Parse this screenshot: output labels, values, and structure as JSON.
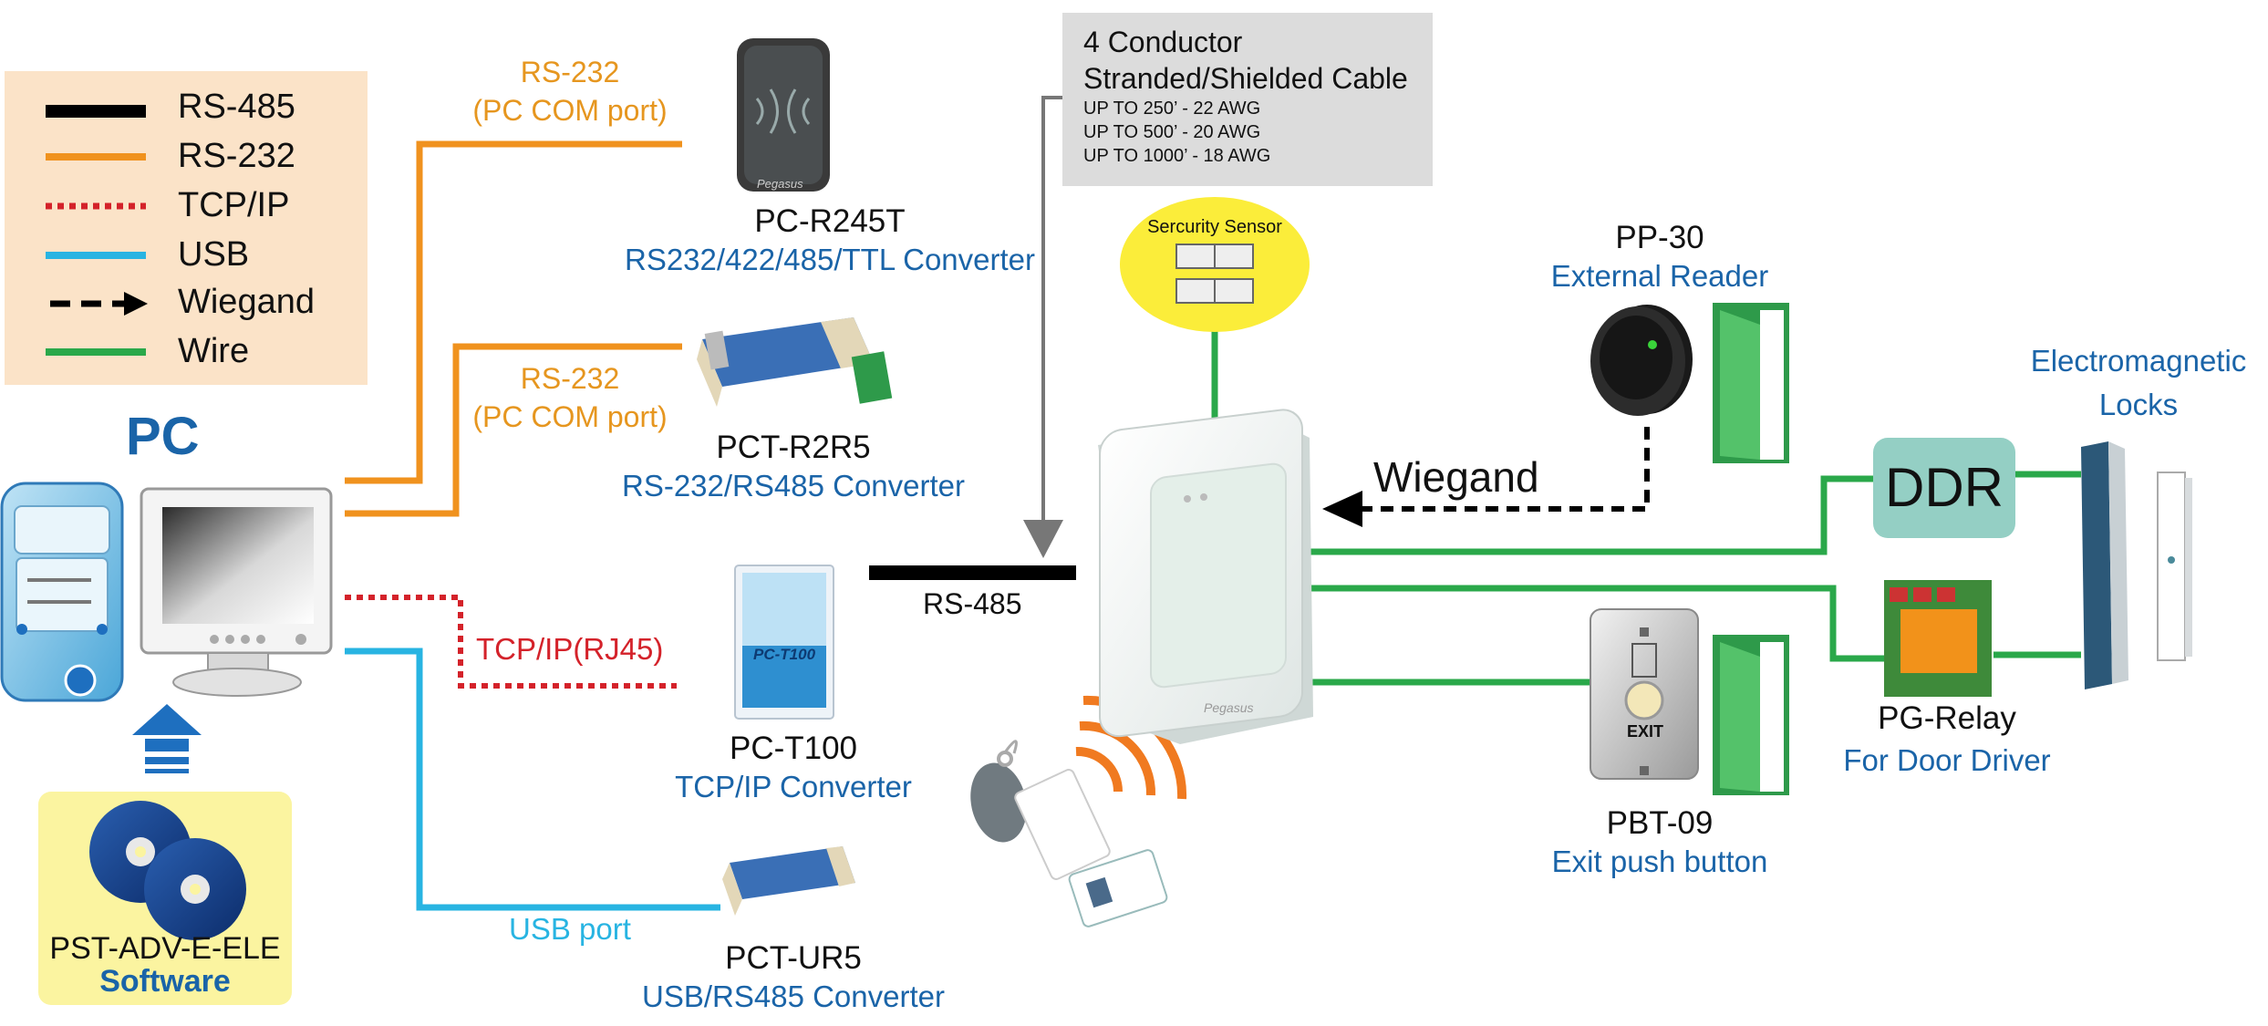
{
  "legend": {
    "items": [
      {
        "label": "RS-485",
        "color": "#000000",
        "style": "solid"
      },
      {
        "label": "RS-232",
        "color": "#f0921e",
        "style": "solid"
      },
      {
        "label": "TCP/IP",
        "color": "#d4222a",
        "style": "dotted"
      },
      {
        "label": "USB",
        "color": "#28b4e2",
        "style": "solid"
      },
      {
        "label": "Wiegand",
        "color": "#000000",
        "style": "dashed-arrow"
      },
      {
        "label": "Wire",
        "color": "#2aa84a",
        "style": "solid"
      }
    ]
  },
  "pc": {
    "title": "PC"
  },
  "software": {
    "model": "PST-ADV-E-ELE",
    "label": "Software"
  },
  "links": {
    "rs232_top": {
      "line1": "RS-232",
      "line2": "(PC COM port)"
    },
    "rs232_mid": {
      "line1": "RS-232",
      "line2": "(PC COM port)"
    },
    "tcpip": "TCP/IP(RJ45)",
    "usb": "USB port",
    "rs485": "RS-485",
    "wiegand": "Wiegand"
  },
  "devices": {
    "pc_r245t": {
      "model": "PC-R245T",
      "desc": "RS232/422/485/TTL  Converter",
      "brand": "Pegasus"
    },
    "pct_r2r5": {
      "model": "PCT-R2R5",
      "desc": "RS-232/RS485 Converter"
    },
    "pc_t100": {
      "model": "PC-T100",
      "desc": "TCP/IP  Converter",
      "badge": "PC-T100"
    },
    "pct_ur5": {
      "model": "PCT-UR5",
      "desc": "USB/RS485  Converter"
    },
    "pp_30": {
      "model": "PP-30",
      "desc": "External Reader"
    },
    "pbt_09": {
      "model": "PBT-09",
      "desc": "Exit push button",
      "button_text": "EXIT"
    },
    "pg_relay": {
      "model": "PG-Relay",
      "desc": "For Door Driver"
    },
    "em_locks": {
      "line1": "Electromagnetic",
      "line2": "Locks"
    },
    "ddr": {
      "label": "DDR"
    },
    "controller": {
      "brand": "Pegasus"
    }
  },
  "cable_box": {
    "line1": "4 Conductor",
    "line2": "Stranded/Shielded Cable",
    "spec1": "UP TO 250’ - 22 AWG",
    "spec2": "UP TO 500’ - 20 AWG",
    "spec3": "UP TO 1000’ - 18 AWG"
  },
  "sensor": {
    "label": "Sercurity Sensor"
  }
}
